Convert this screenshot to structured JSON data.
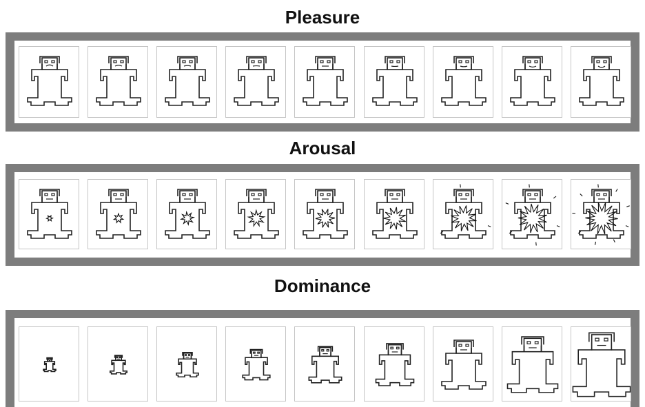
{
  "scales": [
    {
      "key": "pleasure",
      "title": "Pleasure",
      "levels": 9,
      "mouth_curvature": [
        -4,
        -3,
        -2,
        -1,
        0,
        1,
        2,
        3,
        4
      ]
    },
    {
      "key": "arousal",
      "title": "Arousal",
      "levels": 9,
      "burst_intensity": [
        1,
        2,
        3,
        4,
        5,
        6,
        7,
        8,
        9
      ]
    },
    {
      "key": "dominance",
      "title": "Dominance",
      "levels": 9,
      "figure_scale": [
        0.28,
        0.38,
        0.5,
        0.62,
        0.74,
        0.86,
        1.0,
        1.14,
        1.3
      ]
    }
  ],
  "colors": {
    "band": "#7d7d7d",
    "panel_border": "#c4c4c4",
    "stroke": "#222222"
  }
}
